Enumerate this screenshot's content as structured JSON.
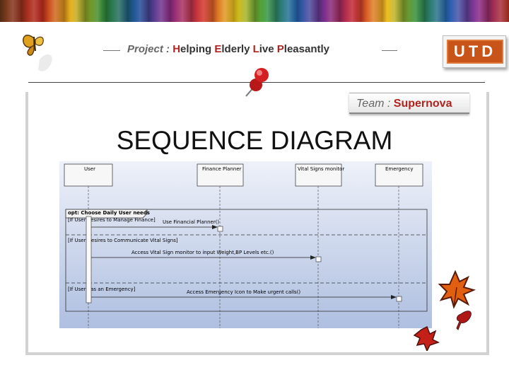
{
  "header": {
    "project_label": "Project :",
    "project_title_words": [
      {
        "initial": "H",
        "rest": "elping "
      },
      {
        "initial": "E",
        "rest": "lderly "
      },
      {
        "initial": "L",
        "rest": "ive "
      },
      {
        "initial": "P",
        "rest": "leasantly"
      }
    ],
    "logo_text": "UTD",
    "team_label": "Team :",
    "team_name": "Supernova"
  },
  "slide": {
    "title": "SEQUENCE DIAGRAM"
  },
  "diagram": {
    "lifelines": [
      "User",
      "Finance Planner",
      "Vital Signs monitor",
      "Emergency"
    ],
    "combined_fragment": {
      "label": "opt: Choose Daily User needs",
      "guards": [
        "[If User desires to Manage Finance]",
        "[If User Desires to Communicate Vital Signs]",
        "[If User has an Emergency]"
      ]
    },
    "messages": [
      {
        "from": "User",
        "to": "Finance Planner",
        "label": "Use Financial Planner()"
      },
      {
        "from": "User",
        "to": "Vital Signs monitor",
        "label": "Access Vital Sign monitor to input Weight,BP Levels etc.()"
      },
      {
        "from": "User",
        "to": "Emergency",
        "label": "Access Emergency Icon to Make urgent calls()"
      }
    ]
  },
  "colors": {
    "accent_red": "#b0231e",
    "diagram_bg_top": "#eef1f9",
    "diagram_bg_bottom": "#aebfe0",
    "logo_orange": "#c8541a"
  }
}
